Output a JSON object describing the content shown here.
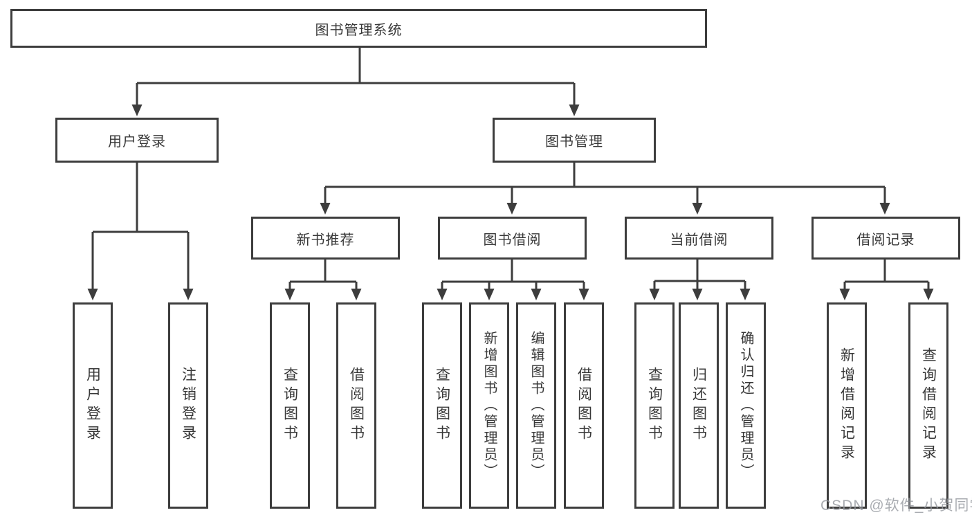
{
  "tree": {
    "root": {
      "label": "图书管理系统"
    },
    "branches": [
      {
        "label": "用户登录",
        "children": [
          {
            "label": "用户登录"
          },
          {
            "label": "注销登录"
          }
        ]
      },
      {
        "label": "图书管理",
        "children": [
          {
            "label": "新书推荐",
            "children": [
              {
                "label": "查询图书"
              },
              {
                "label": "借阅图书"
              }
            ]
          },
          {
            "label": "图书借阅",
            "children": [
              {
                "label": "查询图书"
              },
              {
                "label": "新增图书（管理员）"
              },
              {
                "label": "编辑图书（管理员）"
              },
              {
                "label": "借阅图书"
              }
            ]
          },
          {
            "label": "当前借阅",
            "children": [
              {
                "label": "查询图书"
              },
              {
                "label": "归还图书"
              },
              {
                "label": "确认归还（管理员）"
              }
            ]
          },
          {
            "label": "借阅记录",
            "children": [
              {
                "label": "新增借阅记录"
              },
              {
                "label": "查询借阅记录"
              }
            ]
          }
        ]
      }
    ]
  },
  "watermark": "CSDN @软件_小贺同学",
  "colors": {
    "line": "#3d3d3d",
    "text": "#383838",
    "background": "#ffffff",
    "watermark_gray": "#94979e"
  }
}
